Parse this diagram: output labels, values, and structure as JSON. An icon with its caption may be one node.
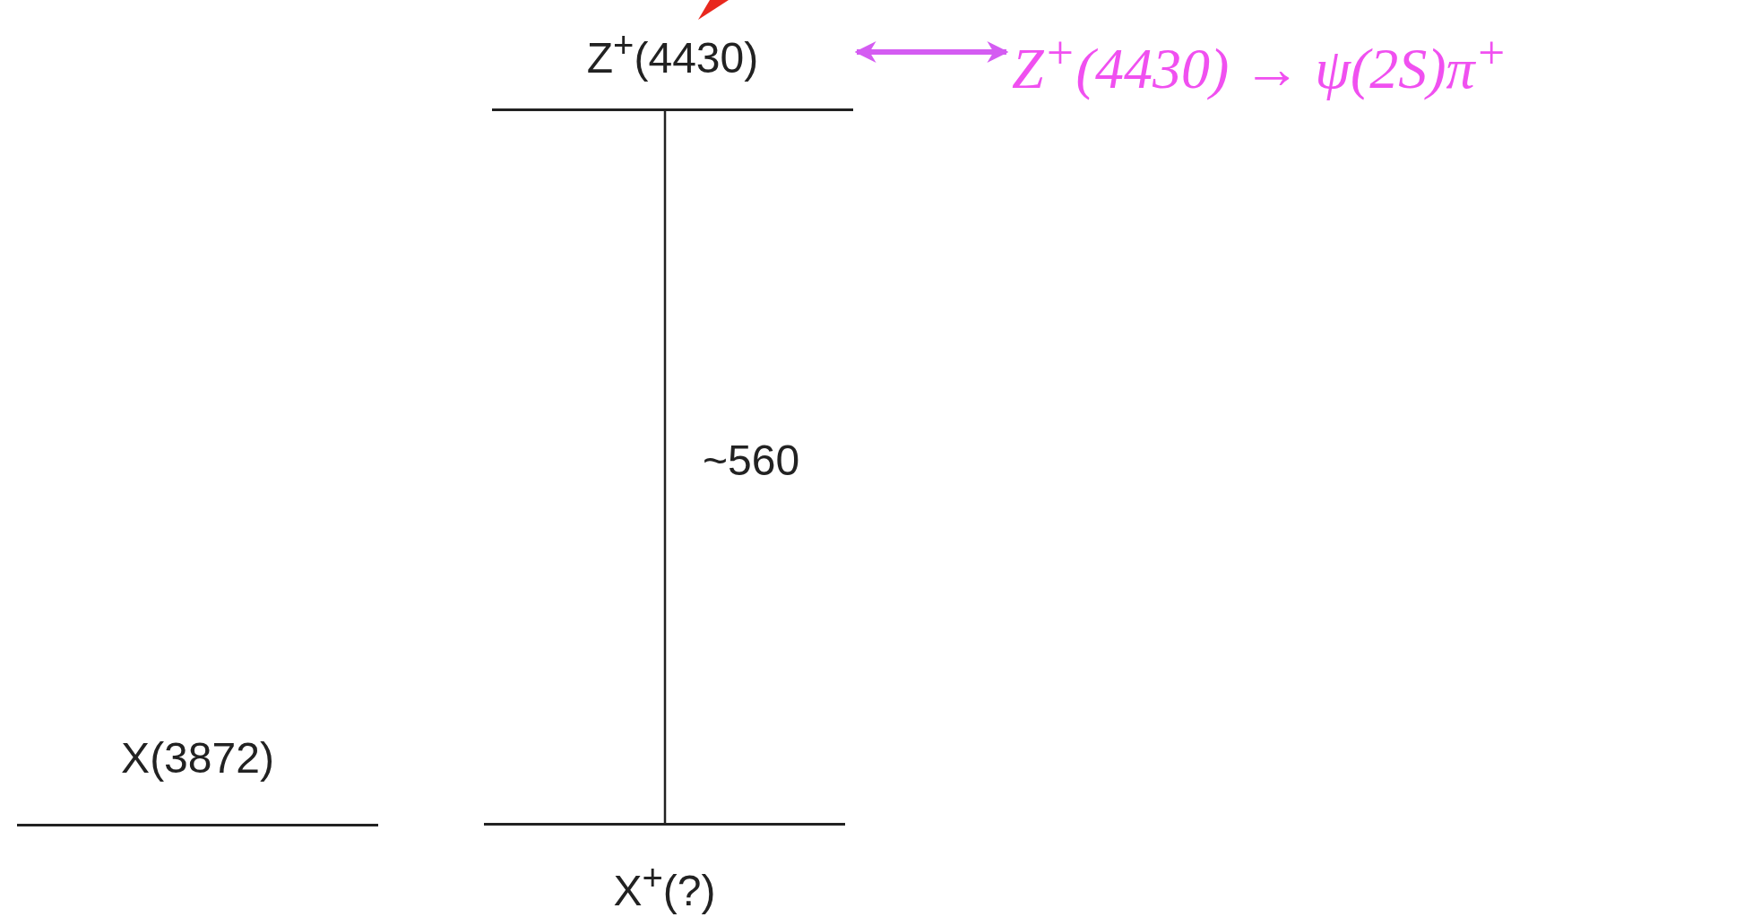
{
  "diagram": {
    "nodes": [
      {
        "text": [
          "Z$^{+}$(4430)"
        ]
      },
      {
        "text": [
          "Z$^{+}$(4430) → ψ(2S)π$^{+}$"
        ]
      },
      {
        "text": [
          "X(3872)"
        ]
      },
      {
        "text": [
          "X$^{+}$(?)"
        ]
      }
    ],
    "edges": [
      {
        "from": 0,
        "to": 1,
        "arrow": "both",
        "color": "#d45cf2"
      }
    ],
    "labels": [
      "~560"
    ]
  }
}
